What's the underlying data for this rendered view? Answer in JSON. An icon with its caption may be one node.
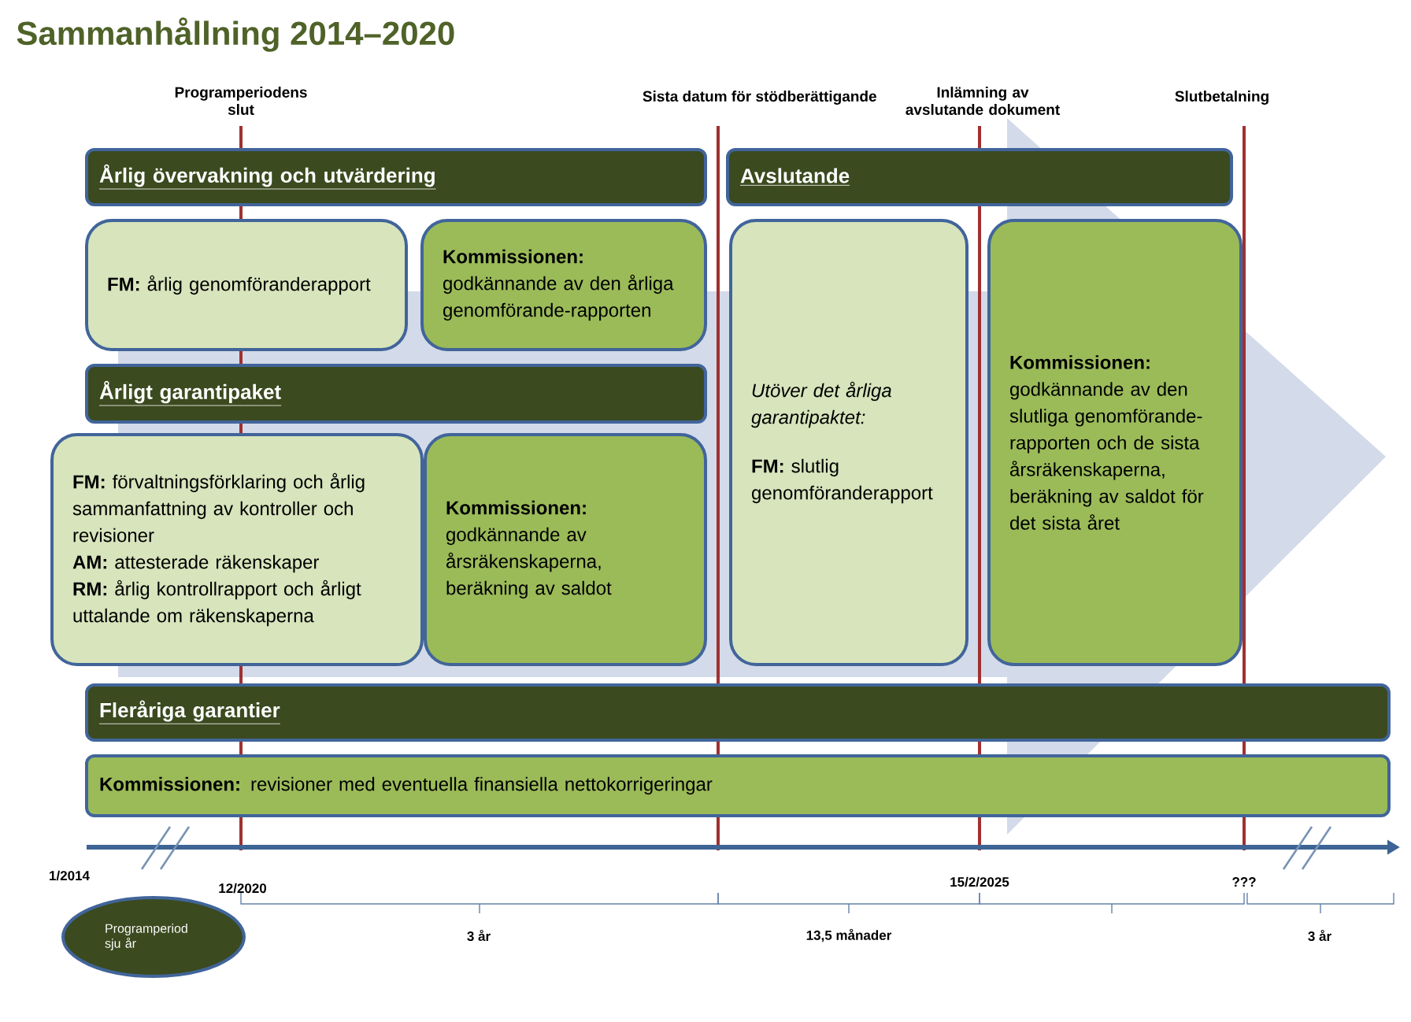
{
  "diagram": {
    "title": "Sammanhållning 2014–2020",
    "nodes": [
      {
        "text": [
          "Årlig övervakning och utvärdering"
        ]
      },
      {
        "text": [
          "**FM:** årlig genomföranderapport"
        ]
      },
      {
        "text": [
          "**Kommissionen:** godkännande av den årliga genomförande-rapporten"
        ]
      },
      {
        "text": [
          "Årligt garantipaket"
        ]
      },
      {
        "text": [
          "**FM:** förvaltningsförklaring och årlig sammanfattning av kontroller och revisioner",
          "**AM:** attesterade räkenskaper",
          "**RM:** årlig kontrollrapport och årligt uttalande om räkenskaperna"
        ]
      },
      {
        "text": [
          "**Kommissionen:** godkännande av årsräkenskaperna, beräkning av saldot"
        ]
      },
      {
        "text": [
          "Avslutande"
        ]
      },
      {
        "text": [
          "Utöver det årliga garantipaktet:",
          "**FM:** slutlig genomföranderapport"
        ]
      },
      {
        "text": [
          "**Kommissionen:** godkännande av den slutliga genomförande-rapporten och de sista årsräkenskaperna, beräkning av saldot för det sista året"
        ]
      },
      {
        "text": [
          "Fleråriga garantier"
        ]
      },
      {
        "text": [
          "**Kommissionen:** revisioner med eventuella finansiella nettokorrigeringar"
        ]
      },
      {
        "text": [
          "Programperiod sju år"
        ]
      }
    ],
    "labels": [
      "Programperiodens slut",
      "Sista datum för stödberättigande",
      "Inlämning av avslutande dokument",
      "Slutbetalning",
      "1/2014",
      "12/2020",
      "15/2/2025",
      "???",
      "3 år",
      "13,5 månader",
      "3 år"
    ]
  }
}
